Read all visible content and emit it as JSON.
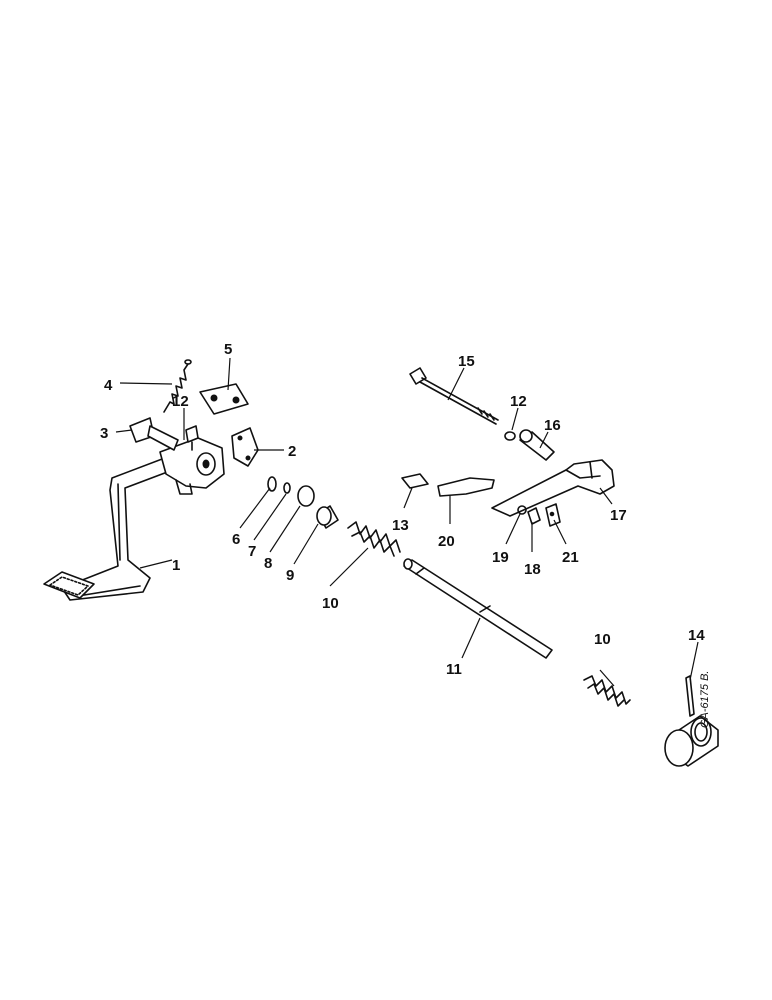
{
  "diagram": {
    "drawing_code": "GA-6175 B.",
    "callouts": [
      "1",
      "2",
      "3",
      "4",
      "5",
      "6",
      "7",
      "8",
      "9",
      "10",
      "11",
      "12",
      "13",
      "14",
      "15",
      "16",
      "17",
      "18",
      "19",
      "20",
      "21"
    ]
  }
}
